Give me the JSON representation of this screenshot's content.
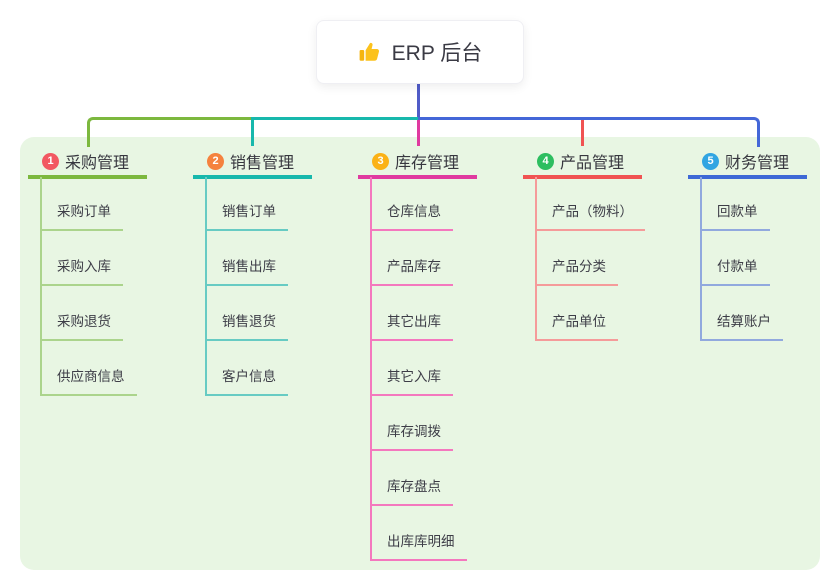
{
  "root": {
    "label": "ERP 后台",
    "icon": "thumbs-up-icon",
    "icon_color": "#fcc21c"
  },
  "panel": {
    "background": "#e8f6e3"
  },
  "connectors": {
    "root_line": "#505cc8",
    "bus_left": "#7cb83e",
    "bus_mid": "#17b8ac",
    "bus_right": "#4467d8"
  },
  "branches": [
    {
      "badge": "1",
      "title": "采购管理",
      "badge_color": "#f25862",
      "accent": "#7cb83e",
      "child_line": "#abd48c",
      "children": [
        "采购订单",
        "采购入库",
        "采购退货",
        "供应商信息"
      ]
    },
    {
      "badge": "2",
      "title": "销售管理",
      "badge_color": "#f5823e",
      "accent": "#17b8ac",
      "child_line": "#67cbc3",
      "children": [
        "销售订单",
        "销售出库",
        "销售退货",
        "客户信息"
      ]
    },
    {
      "badge": "3",
      "title": "库存管理",
      "badge_color": "#fbb216",
      "accent": "#e03aa0",
      "child_line": "#f478be",
      "children": [
        "仓库信息",
        "产品库存",
        "其它出库",
        "其它入库",
        "库存调拨",
        "库存盘点",
        "出库库明细"
      ]
    },
    {
      "badge": "4",
      "title": "产品管理",
      "badge_color": "#2dbe60",
      "accent": "#f05352",
      "child_line": "#f59b9a",
      "children": [
        "产品（物料）",
        "产品分类",
        "产品单位"
      ]
    },
    {
      "badge": "5",
      "title": "财务管理",
      "badge_color": "#31a5e2",
      "accent": "#3e69d6",
      "child_line": "#91a9de",
      "children": [
        "回款单",
        "付款单",
        "结算账户"
      ]
    }
  ]
}
